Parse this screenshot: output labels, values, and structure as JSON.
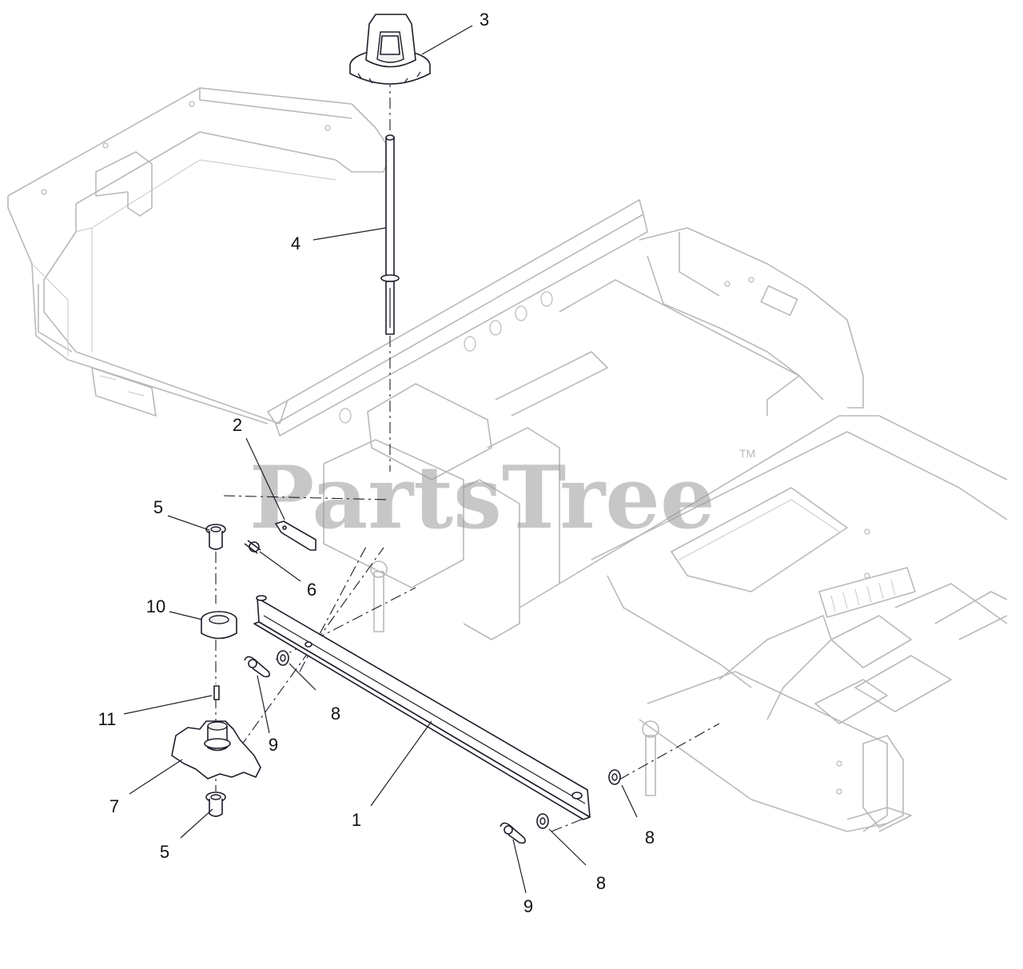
{
  "watermark": {
    "text": "PartsTree",
    "trademark": "TM",
    "color": "#9a9a9a"
  },
  "callouts": {
    "c1": "1",
    "c2": "2",
    "c3": "3",
    "c4": "4",
    "c5a": "5",
    "c5b": "5",
    "c6": "6",
    "c7": "7",
    "c8a": "8",
    "c8b": "8",
    "c8c": "8",
    "c9a": "9",
    "c9b": "9",
    "c10": "10",
    "c11": "11"
  },
  "colors": {
    "frame": "#b9b9b9",
    "part": "#1e1e2a",
    "background": "#ffffff"
  }
}
